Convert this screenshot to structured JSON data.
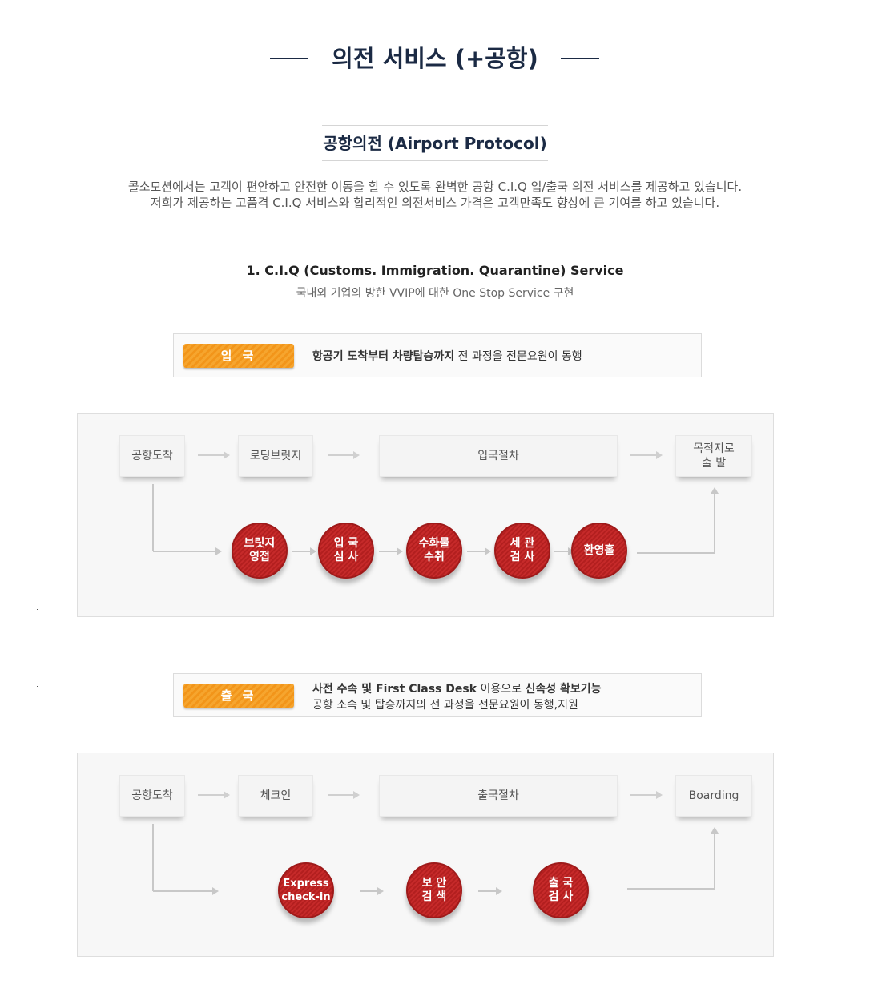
{
  "header": {
    "title": "의전 서비스 (+공항)"
  },
  "section": {
    "subtitle": "공항의전 (Airport Protocol)",
    "intro_line1": "콜소모션에서는 고객이 편안하고 안전한 이동을 할 수 있도록 완벽한 공항 C.I.Q 입/출국 의전 서비스를 제공하고 있습니다.",
    "intro_line2": "저희가 제공하는 고품격 C.I.Q 서비스와 합리적인 의전서비스 가격은 고객만족도 향상에 큰 기여를 하고 있습니다."
  },
  "ciq": {
    "title": "1. C.I.Q (Customs. Immigration. Quarantine) Service",
    "subtitle": "국내외 기업의 방한 VVIP에 대한 One Stop Service 구현"
  },
  "arrival": {
    "badge": "입 국",
    "info_bold": "항공기 도착부터 차량탑승까지",
    "info_rest": " 전 과정을 전문요원이 동행",
    "steps": [
      "공항도착",
      "로딩브릿지",
      "입국절차",
      "목적지로\n출 발"
    ],
    "circles": [
      "브릿지\n영접",
      "입 국\n심 사",
      "수화물\n수취",
      "세 관\n검 사",
      "환영홀"
    ]
  },
  "departure": {
    "badge": "출 국",
    "info_line1_bold": "사전 수속 및 First Class Desk",
    "info_line1_mid": " 이용으로 ",
    "info_line1_bold2": "신속성 확보기능",
    "info_line2": "공항 소속 및 탑승까지의 전 과정을 전문요원이 동행,지원",
    "steps": [
      "공항도착",
      "체크인",
      "출국절차",
      "Boarding"
    ],
    "circles": [
      "Express\ncheck-in",
      "보 안\n검 색",
      "출 국\n검 사"
    ]
  },
  "colors": {
    "title": "#1b2a44",
    "badge_orange": "#f6a52e",
    "circle_red": "#c62a2a",
    "arrow_gray": "#cfcfcf"
  }
}
